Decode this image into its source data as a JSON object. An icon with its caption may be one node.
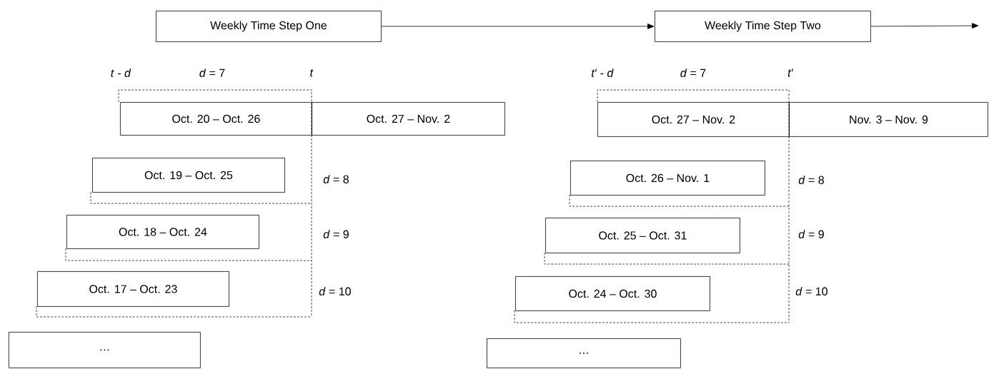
{
  "diagram": {
    "nodes": [
      {
        "text": [
          "Weekly Time Step One"
        ]
      },
      {
        "text": [
          "Weekly Time Step Two"
        ]
      },
      {
        "text": [
          "Oct. 20 – Oct. 26"
        ]
      },
      {
        "text": [
          "Oct. 27 – Nov. 2"
        ]
      },
      {
        "text": [
          "Oct. 19 – Oct. 25"
        ]
      },
      {
        "text": [
          "Oct. 18 – Oct. 24"
        ]
      },
      {
        "text": [
          "Oct. 17 – Oct. 23"
        ]
      },
      {
        "text": [
          "…"
        ]
      },
      {
        "text": [
          "Oct. 27 – Nov. 2"
        ]
      },
      {
        "text": [
          "Nov. 3 – Nov. 9"
        ]
      },
      {
        "text": [
          "Oct. 26 – Nov. 1"
        ]
      },
      {
        "text": [
          "Oct. 25 – Oct. 31"
        ]
      },
      {
        "text": [
          "Oct. 24 – Oct. 30"
        ]
      },
      {
        "text": [
          "…"
        ]
      }
    ],
    "edges": [
      {
        "from": 0,
        "to": 1,
        "arrow": "to"
      },
      {
        "from": 1,
        "to": null,
        "arrow": "to"
      }
    ],
    "labels": [
      "*t* - *d*",
      "*d* = 7",
      "*t*",
      "*t′* - *d*",
      "*d* = 7",
      "*t′*",
      "*d* = 8",
      "*d* = 8",
      "*d* = 9",
      "*d* = 9",
      "*d* = 10",
      "*d* = 10"
    ]
  }
}
